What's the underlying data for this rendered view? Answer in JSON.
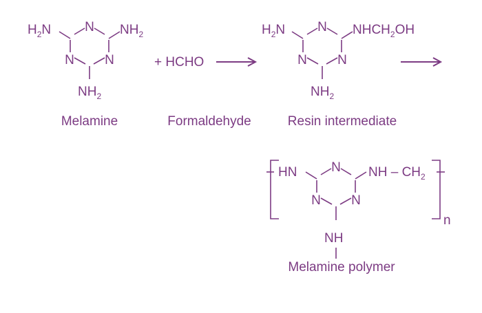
{
  "colors": {
    "primary": "#7c3b83",
    "background": "#ffffff"
  },
  "ring_atom": "N",
  "melamine": {
    "left_sub": "H",
    "left_sub_2": "2",
    "left_sub_3": "N",
    "right_sub": "NH",
    "right_sub_2": "2",
    "bottom_sub": "NH",
    "bottom_sub_2": "2",
    "caption": "Melamine"
  },
  "reagent": {
    "text": "+ HCHO",
    "caption": "Formaldehyde"
  },
  "intermediate": {
    "left_sub": "H",
    "left_sub_2": "2",
    "left_sub_3": "N",
    "right_sub_a": "NHCH",
    "right_sub_b": "2",
    "right_sub_c": "OH",
    "bottom_sub": "NH",
    "bottom_sub_2": "2",
    "caption": "Resin intermediate"
  },
  "polymer": {
    "left_sub": "HN",
    "right_sub": "NH – CH",
    "right_sub_2": "2",
    "bottom_sub": "NH",
    "repeat": "n",
    "caption": "Melamine polymer"
  }
}
